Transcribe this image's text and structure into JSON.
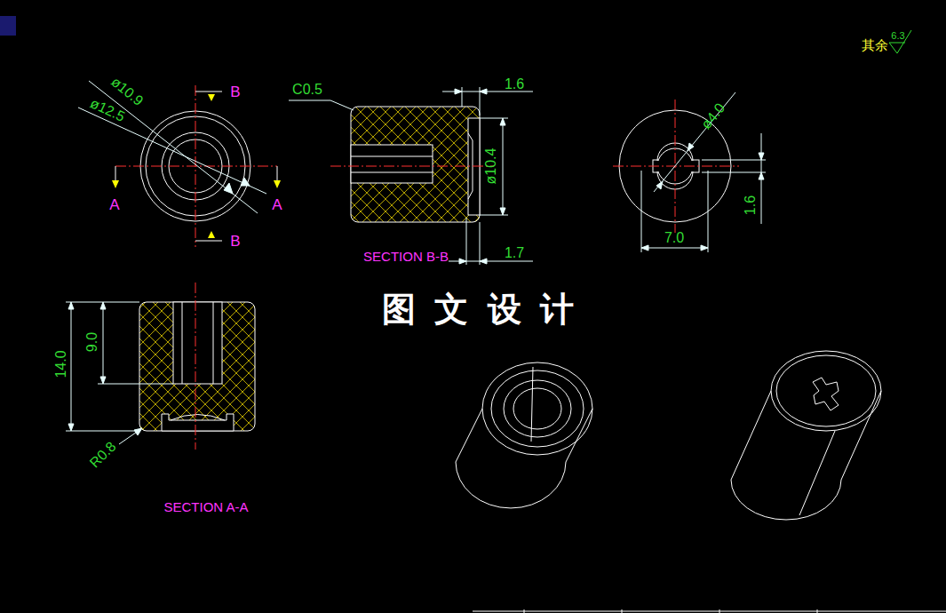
{
  "diagram": {
    "labels": [
      "其余",
      "6.3",
      "ø10.9",
      "ø12.5",
      "B",
      "B",
      "A",
      "A",
      "C0.5",
      "1.6",
      "ø10.4",
      "1.7",
      "SECTION B-B",
      "ø4.0",
      "7.0",
      "1.6",
      "图 文 设 计",
      "14.0",
      "9.0",
      "R0.8",
      "SECTION A-A"
    ]
  }
}
